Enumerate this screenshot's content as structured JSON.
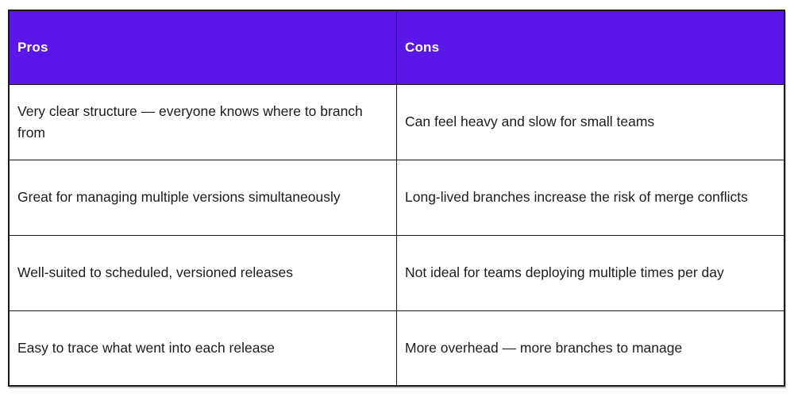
{
  "table": {
    "headers": [
      {
        "label": "Pros"
      },
      {
        "label": "Cons"
      }
    ],
    "rows": [
      {
        "pros": "Very clear structure — everyone knows where to branch from",
        "cons": "Can feel heavy and slow for small teams"
      },
      {
        "pros": "Great for managing multiple versions simultaneously",
        "cons": "Long-lived branches increase the risk of merge conflicts"
      },
      {
        "pros": "Well-suited to scheduled, versioned releases",
        "cons": "Not ideal for teams deploying multiple times per day"
      },
      {
        "pros": "Easy to trace what went into each release",
        "cons": "More overhead — more branches to manage"
      }
    ]
  },
  "colors": {
    "header_bg": "#5a17e8",
    "header_text": "#ffffff",
    "body_text": "#1c1c1c",
    "border": "#1a1a1a",
    "page_bg": "#ffffff"
  }
}
